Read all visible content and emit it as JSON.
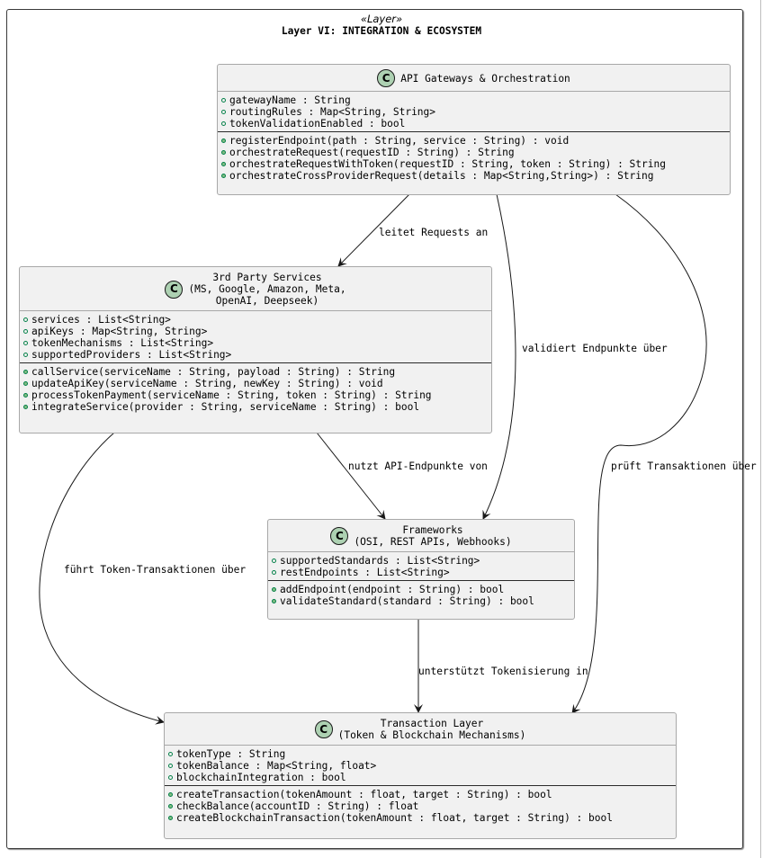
{
  "package": {
    "stereotype": "«Layer»",
    "title": "Layer VI: INTEGRATION & ECOSYSTEM"
  },
  "class_icon_letter": "C",
  "classes": {
    "gateway": {
      "name": "API Gateways & Orchestration",
      "attributes": [
        "gatewayName : String",
        "routingRules : Map<String, String>",
        "tokenValidationEnabled : bool"
      ],
      "methods": [
        "registerEndpoint(path : String, service : String) : void",
        "orchestrateRequest(requestID : String) : String",
        "orchestrateRequestWithToken(requestID : String, token : String) : String",
        "orchestrateCrossProviderRequest(details : Map<String,String>) : String"
      ]
    },
    "thirdparty": {
      "name": "3rd Party Services\n(MS, Google, Amazon, Meta,\nOpenAI, Deepseek)",
      "attributes": [
        "services : List<String>",
        "apiKeys : Map<String, String>",
        "tokenMechanisms : List<String>",
        "supportedProviders : List<String>"
      ],
      "methods": [
        "callService(serviceName : String, payload : String) : String",
        "updateApiKey(serviceName : String, newKey : String) : void",
        "processTokenPayment(serviceName : String, token : String) : String",
        "integrateService(provider : String, serviceName : String) : bool"
      ]
    },
    "frameworks": {
      "name": "Frameworks\n(OSI, REST APIs, Webhooks)",
      "attributes": [
        "supportedStandards : List<String>",
        "restEndpoints : List<String>"
      ],
      "methods": [
        "addEndpoint(endpoint : String) : bool",
        "validateStandard(standard : String) : bool"
      ]
    },
    "transaction": {
      "name": "Transaction Layer\n(Token & Blockchain Mechanisms)",
      "attributes": [
        "tokenType : String",
        "tokenBalance : Map<String, float>",
        "blockchainIntegration : bool"
      ],
      "methods": [
        "createTransaction(tokenAmount : float, target : String) : bool",
        "checkBalance(accountID : String) : float",
        "createBlockchainTransaction(tokenAmount : float, target : String) : bool"
      ]
    }
  },
  "relations": [
    {
      "from": "API Gateways & Orchestration",
      "to": "3rd Party Services",
      "label": "leitet Requests an"
    },
    {
      "from": "API Gateways & Orchestration",
      "to": "Frameworks",
      "label": "validiert Endpunkte über"
    },
    {
      "from": "API Gateways & Orchestration",
      "to": "Transaction Layer",
      "label": "prüft Transaktionen über"
    },
    {
      "from": "3rd Party Services",
      "to": "Frameworks",
      "label": "nutzt API-Endpunkte von"
    },
    {
      "from": "3rd Party Services",
      "to": "Transaction Layer",
      "label": "führt Token-Transaktionen über"
    },
    {
      "from": "Frameworks",
      "to": "Transaction Layer",
      "label": "unterstützt Tokenisierung in"
    }
  ],
  "colors": {
    "class_fill": "#f1f1f1",
    "class_border": "#a8a8a8",
    "class_icon_fill": "#add1b2",
    "visibility_green": "#038048",
    "edge": "#181818"
  }
}
